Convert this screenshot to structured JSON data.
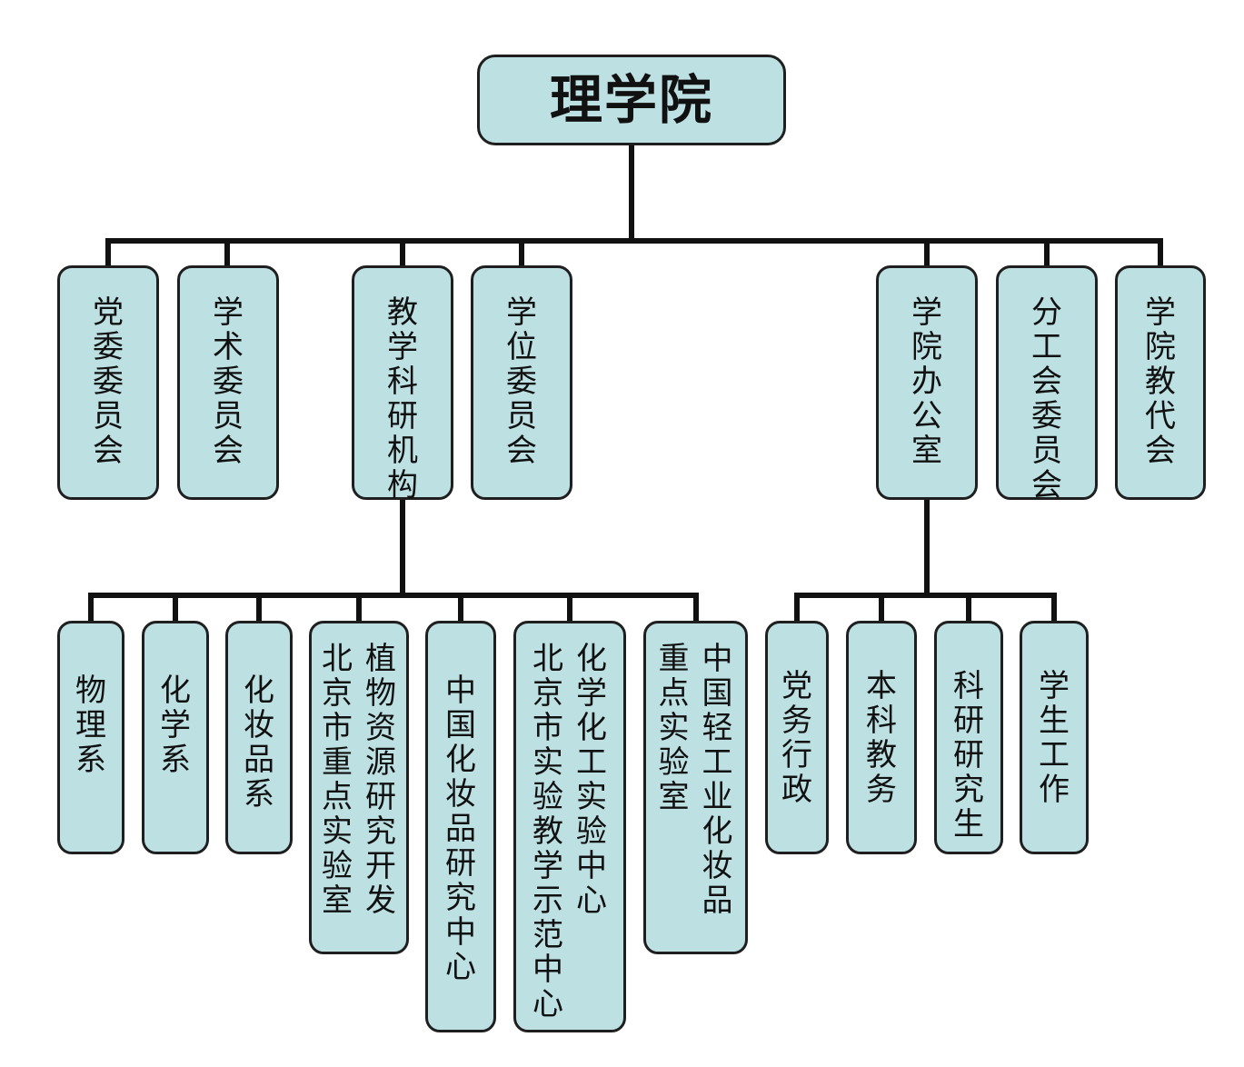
{
  "colors": {
    "node_fill": "#bde0e2",
    "line": "#111111"
  },
  "root": {
    "label": "理学院"
  },
  "level1": [
    {
      "id": "party-committee",
      "columns": [
        "党委委员会"
      ]
    },
    {
      "id": "academic-committee",
      "columns": [
        "学术委员会"
      ]
    },
    {
      "id": "teaching-research",
      "columns": [
        "教学科研机构"
      ]
    },
    {
      "id": "degree-committee",
      "columns": [
        "学位委员会"
      ]
    },
    {
      "id": "college-office",
      "columns": [
        "学院办公室"
      ]
    },
    {
      "id": "union-committee",
      "columns": [
        "分工会委员会"
      ]
    },
    {
      "id": "staff-congress",
      "columns": [
        "学院教代会"
      ]
    }
  ],
  "teaching_children": [
    {
      "id": "physics",
      "columns": [
        "物理系"
      ]
    },
    {
      "id": "chemistry",
      "columns": [
        "化学系"
      ]
    },
    {
      "id": "cosmetics",
      "columns": [
        "化妆品系"
      ]
    },
    {
      "id": "plant-lab",
      "columns": [
        "植物资源研究开发",
        "北京市重点实验室"
      ]
    },
    {
      "id": "cosmetics-center",
      "columns": [
        "中国化妆品研究中心"
      ]
    },
    {
      "id": "demo-center",
      "columns": [
        "化学化工实验中心",
        "北京市实验教学示范中心"
      ]
    },
    {
      "id": "light-industry-lab",
      "columns": [
        "中国轻工业化妆品",
        "重点实验室"
      ]
    }
  ],
  "office_children": [
    {
      "id": "party-admin",
      "columns": [
        "党务行政"
      ]
    },
    {
      "id": "undergrad-affairs",
      "columns": [
        "本科教务"
      ]
    },
    {
      "id": "research-grad",
      "columns": [
        "科研研究生"
      ]
    },
    {
      "id": "student-work",
      "columns": [
        "学生工作"
      ]
    }
  ]
}
